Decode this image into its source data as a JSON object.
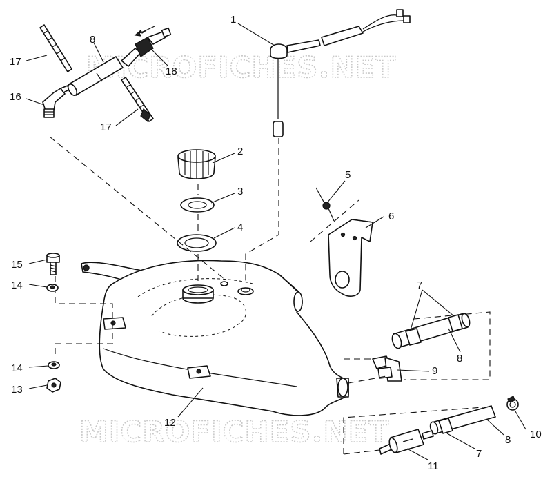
{
  "watermarks": [
    "MICROFICHES.NET",
    "MICROFICHES.NET"
  ],
  "callouts": {
    "c1": "1",
    "c2": "2",
    "c3": "3",
    "c4": "4",
    "c5": "5",
    "c6": "6",
    "c7a": "7",
    "c7b": "7",
    "c8a": "8",
    "c8b": "8",
    "c8c": "8",
    "c9": "9",
    "c10": "10",
    "c11": "11",
    "c12": "12",
    "c13": "13",
    "c14a": "14",
    "c14b": "14",
    "c15": "15",
    "c16": "16",
    "c17a": "17",
    "c17b": "17",
    "c18": "18"
  }
}
